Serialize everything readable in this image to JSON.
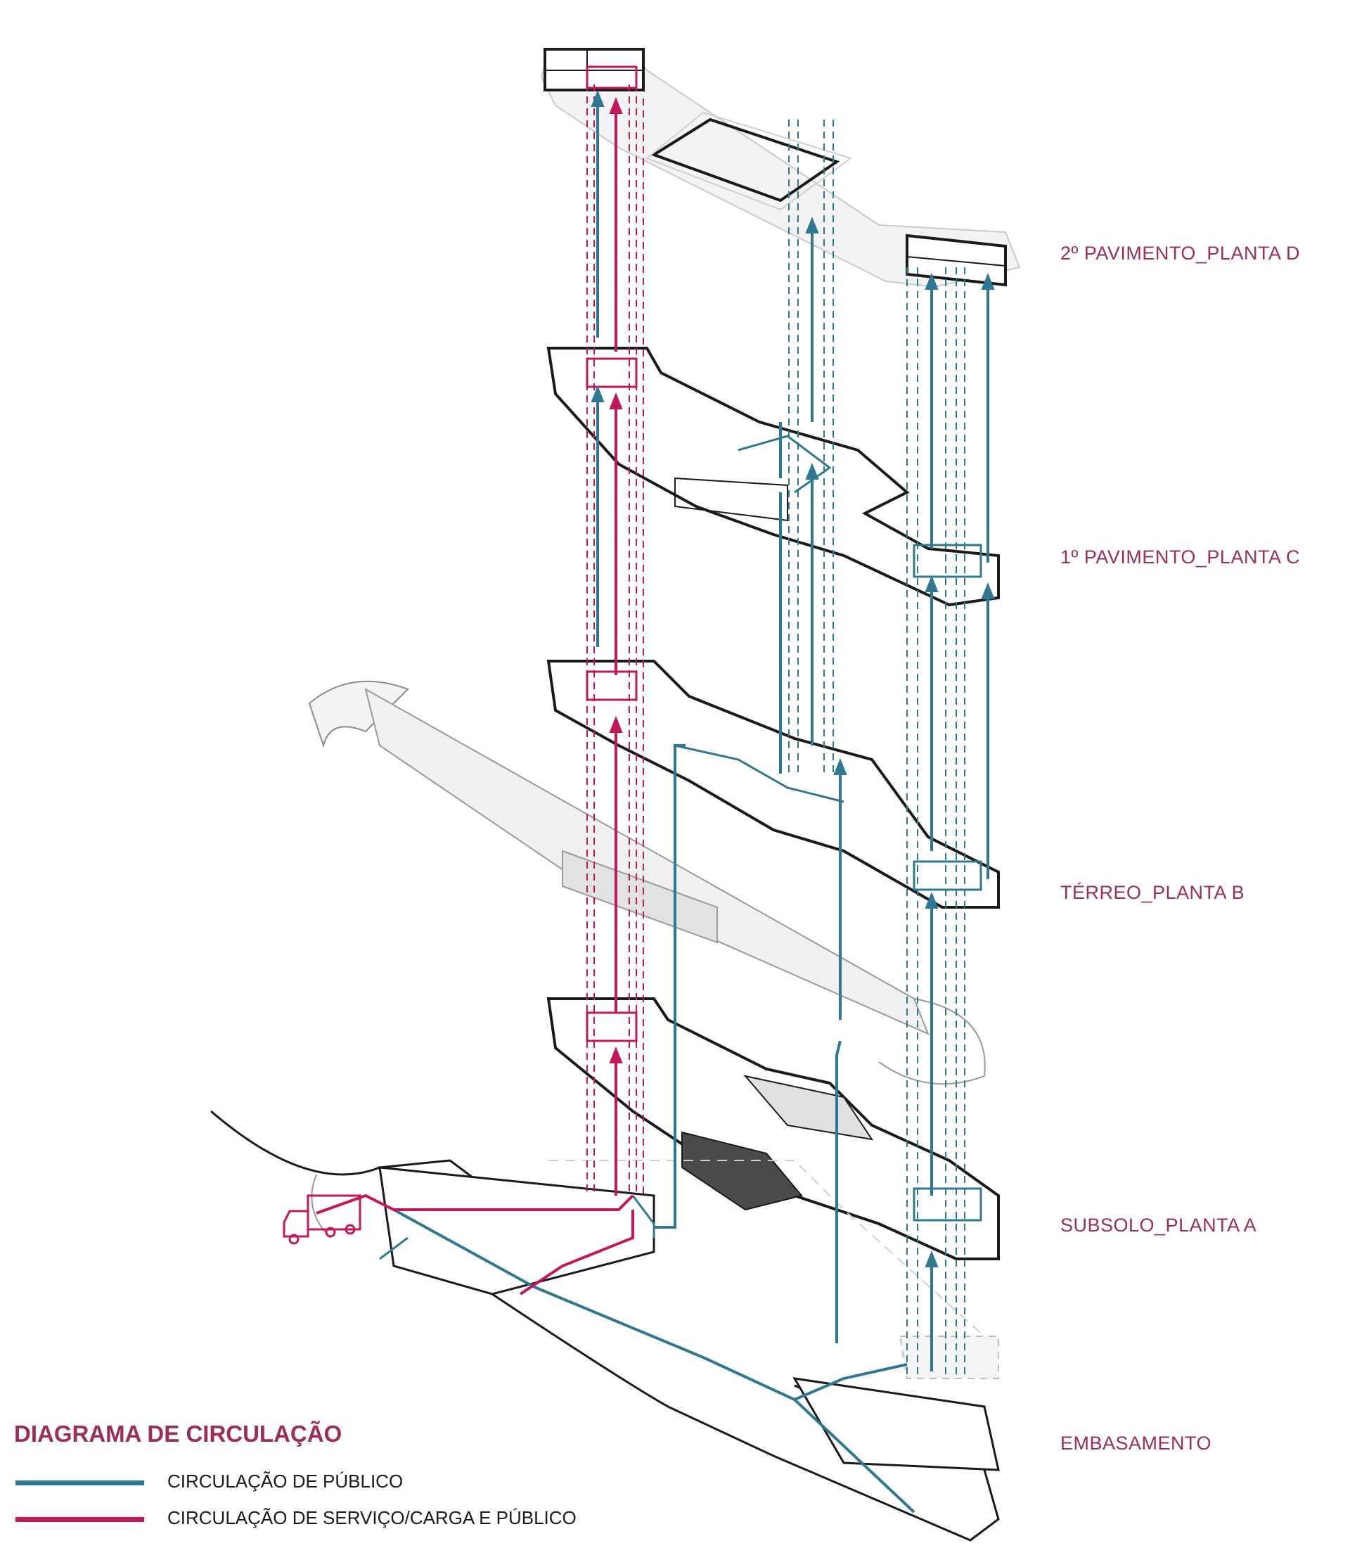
{
  "levels": [
    {
      "label": "2º PAVIMENTO_PLANTA D"
    },
    {
      "label": "1º PAVIMENTO_PLANTA C"
    },
    {
      "label": "TÉRREO_PLANTA B"
    },
    {
      "label": "SUBSOLO_PLANTA A"
    },
    {
      "label": "EMBASAMENTO"
    }
  ],
  "legend": {
    "title": "DIAGRAMA DE CIRCULAÇÃO",
    "items": [
      {
        "label": "CIRCULAÇÃO DE PÚBLICO",
        "color": "#2f7891"
      },
      {
        "label": "CIRCULAÇÃO DE SERVIÇO/CARGA E PÚBLICO",
        "color": "#c2185b"
      }
    ]
  },
  "colors": {
    "public": "#2f7891",
    "service": "#c2185b",
    "label": "#9b2d5a",
    "plan": "#1a1a1a",
    "ghost": "#bdbdbd"
  }
}
